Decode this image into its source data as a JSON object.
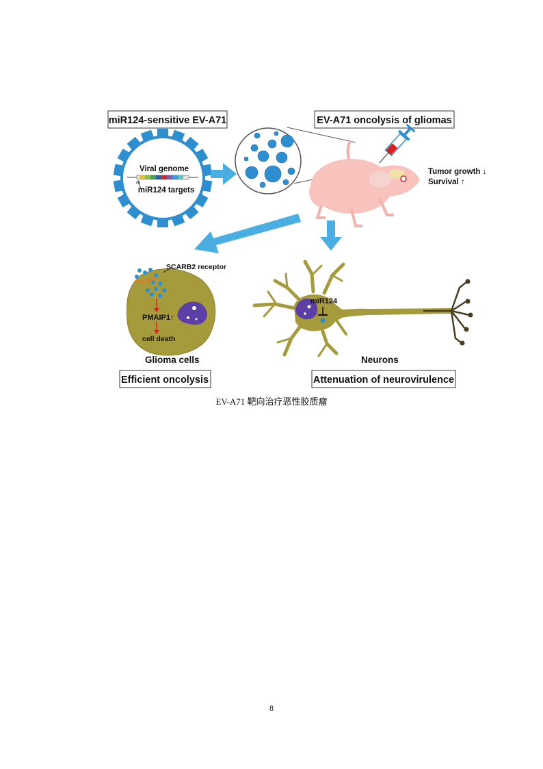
{
  "figure": {
    "boxes": {
      "top_left": "miR124-sensitive EV-A71",
      "top_right": "EV-A71 oncolysis of gliomas",
      "bottom_left": "Efficient oncolysis",
      "bottom_right": "Attenuation of neurovirulence"
    },
    "virus": {
      "genome_label": "Viral genome",
      "targets_label": "miR124 targets"
    },
    "mouse": {
      "tumor_growth": "Tumor growth ↓",
      "survival": "Survival ↑"
    },
    "glioma": {
      "receptor_label": "SCARB2 receptor",
      "pmaip_label": "PMAIP1↑",
      "death_label": "cell death",
      "cells_label": "Glioma cells"
    },
    "neuron": {
      "mirna_label": "miR124",
      "cells_label": "Neurons"
    },
    "colors": {
      "virus_blue": "#2d8fd0",
      "arrow_blue": "#4aaee3",
      "mouse_pink": "#f8c3bd",
      "cell_olive": "#a59a3c",
      "nucleus_purple": "#5b3fa6",
      "death_arrow_red": "#d9221c"
    }
  },
  "caption": "EV-A71 靶向治疗恶性胶质瘤",
  "page_number": "8"
}
